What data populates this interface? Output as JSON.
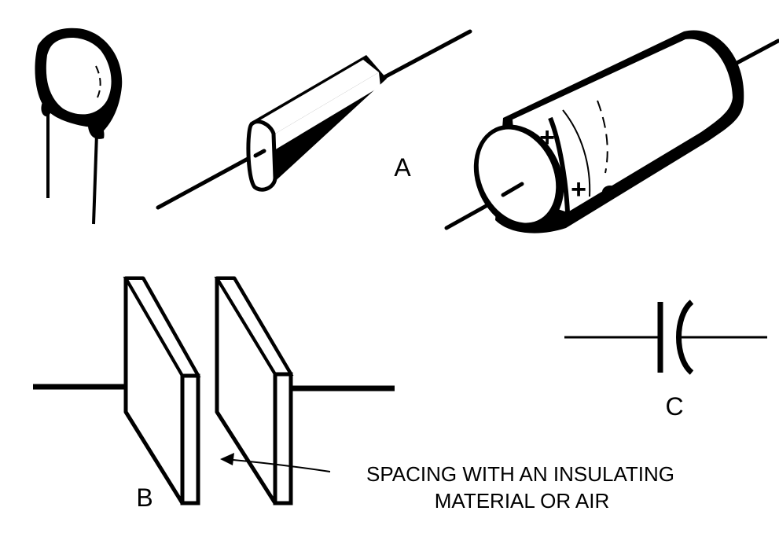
{
  "labels": {
    "a": "A",
    "b": "B",
    "c": "C",
    "plus_top": "+",
    "plus_bottom": "+"
  },
  "annotation": {
    "line1": "SPACING WITH AN INSULATING",
    "line2": "MATERIAL OR AIR"
  },
  "colors": {
    "ink": "#000000",
    "paper": "#ffffff"
  }
}
